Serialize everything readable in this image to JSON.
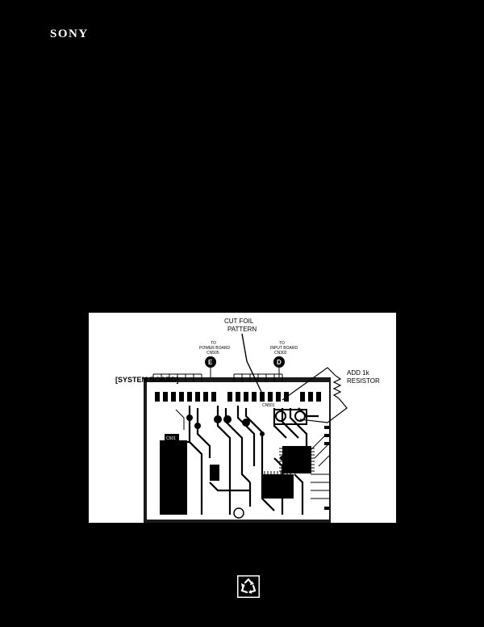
{
  "brand": {
    "logo_text": "SONY"
  },
  "figure": {
    "board_label": "[SYSTEM BOARD]",
    "cut_foil_line1": "CUT FOIL",
    "cut_foil_line2": "PATTERN",
    "to_power_line1": "TO",
    "to_power_line2": "POWER BOARD",
    "to_power_line3": "CN505",
    "marker_e": "E",
    "to_input_line1": "TO",
    "to_input_line2": "INPUT BOARD",
    "to_input_line3": "CN302",
    "marker_d": "D",
    "add_resistor_line1": "ADD 1k",
    "add_resistor_line2": "RESISTOR",
    "connector_label": "CN501",
    "component_label": "C501"
  },
  "footer": {
    "recycle_icon": "recycle-icon"
  },
  "colors": {
    "background": "#000000",
    "figure_background": "#ffffff",
    "ink": "#000000"
  }
}
